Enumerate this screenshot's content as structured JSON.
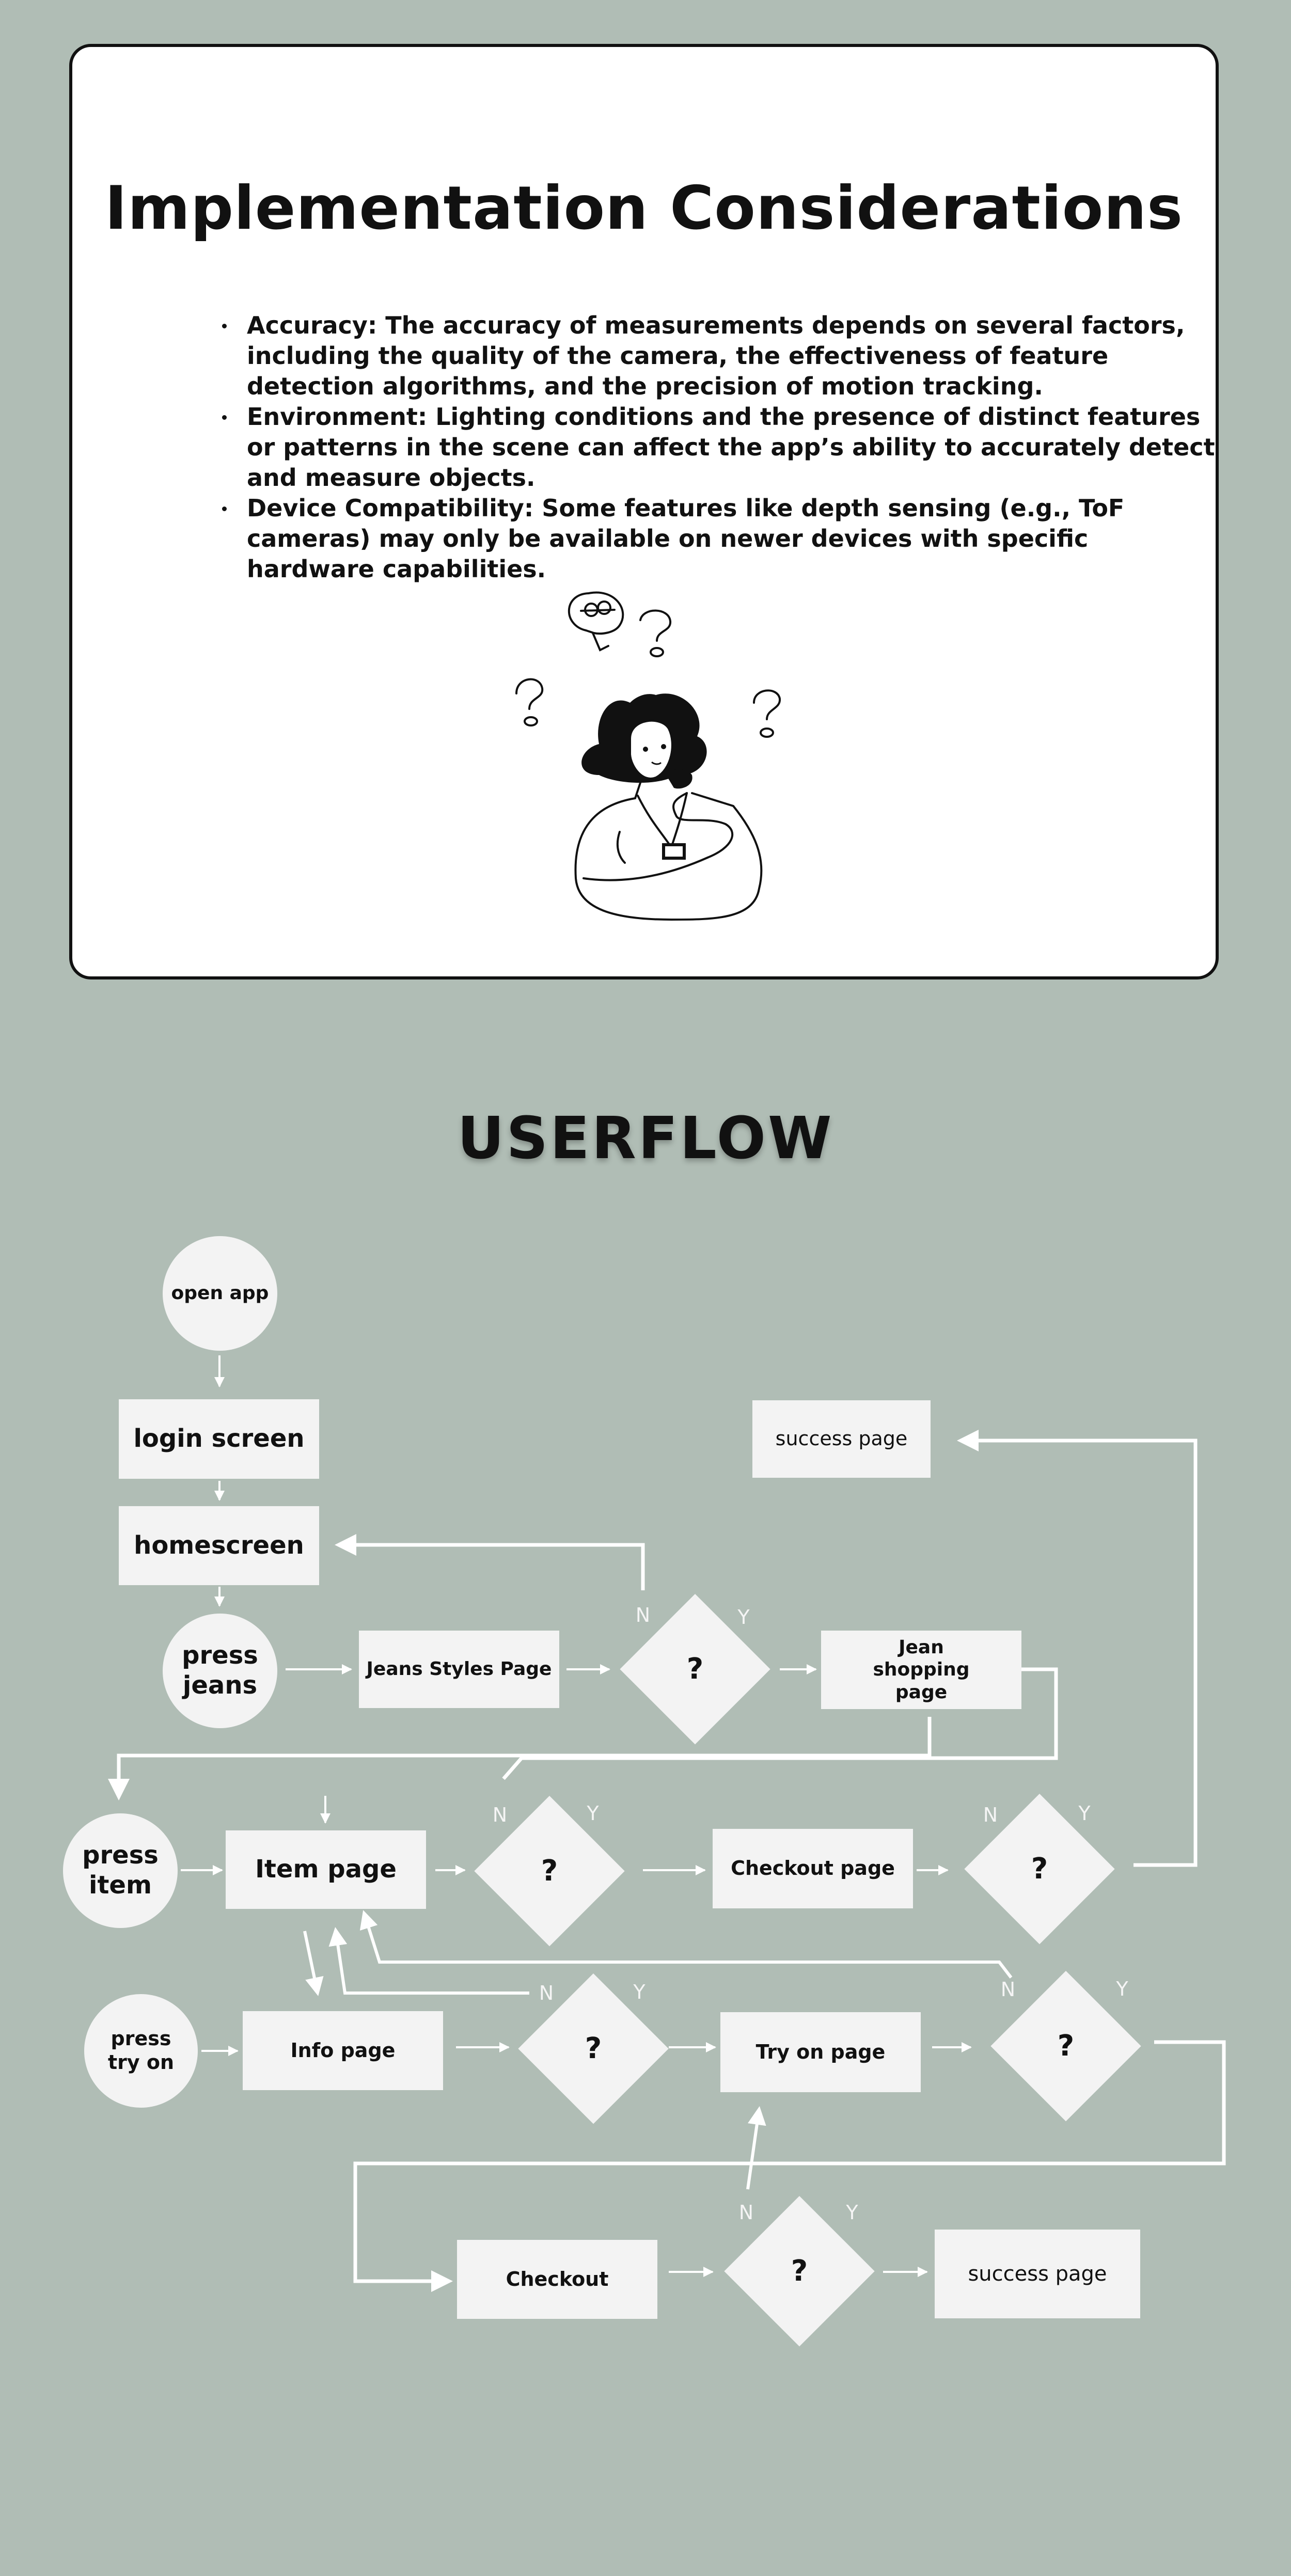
{
  "card": {
    "title": "Implementation Considerations",
    "bullets": [
      "Accuracy: The accuracy of measurements depends on several factors, including the quality of the camera, the effectiveness of feature detection algorithms, and the precision of motion tracking.",
      "Environment: Lighting conditions and the presence of distinct features or patterns in the scene can affect the app’s ability to accurately detect and measure objects.",
      "Device Compatibility: Some features like depth sensing (e.g., ToF cameras) may only be available on newer devices with specific hardware capabilities."
    ]
  },
  "userflow": {
    "title": "USERFLOW",
    "nodes": {
      "open_app": "open app",
      "login_screen": "login screen",
      "homescreen": "homescreen",
      "press_jeans": "press jeans",
      "jeans_styles_page": "Jeans Styles Page",
      "jean_shopping_page": "Jean shopping page",
      "success_page_top": "success page",
      "press_item": "press item",
      "item_page": "Item page",
      "checkout_page": "Checkout page",
      "press_try_on": "press try on",
      "info_page": "Info page",
      "try_on_page": "Try on page",
      "checkout": "Checkout",
      "success_page_bottom": "success page",
      "decision_symbol": "?"
    },
    "branch_labels": {
      "no": "N",
      "yes": "Y"
    }
  },
  "colors": {
    "background": "#b0bdb5",
    "card": "#ffffff",
    "node_fill": "#f3f3f3",
    "connector": "#ffffff",
    "text": "#111111"
  }
}
